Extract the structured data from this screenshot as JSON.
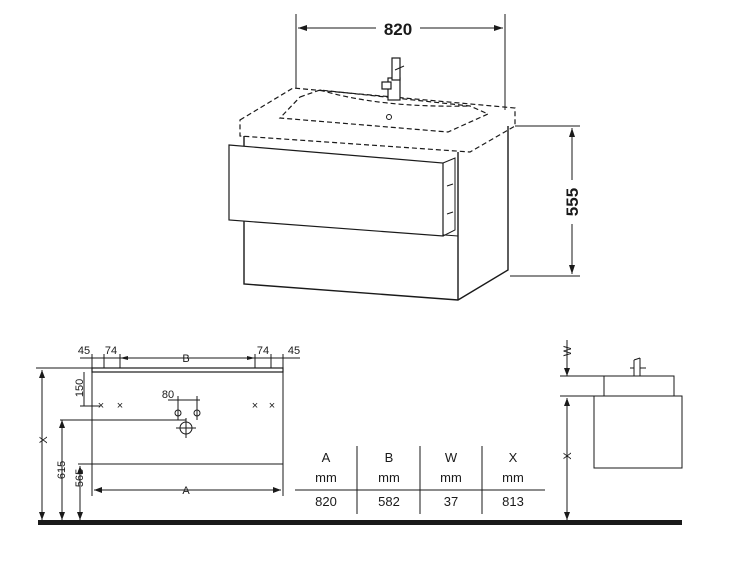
{
  "top_view": {
    "width_label": "820",
    "height_label": "555"
  },
  "front_view": {
    "dim_45_left": "45",
    "dim_74_left": "74",
    "dim_B": "B",
    "dim_74_right": "74",
    "dim_45_right": "45",
    "dim_150": "150",
    "dim_80": "80",
    "dim_X": "X",
    "dim_615": "615",
    "dim_565": "565",
    "dim_A": "A"
  },
  "side_view": {
    "dim_W": "W",
    "dim_X": "X"
  },
  "table": {
    "headers": [
      "A",
      "B",
      "W",
      "X"
    ],
    "units": [
      "mm",
      "mm",
      "mm",
      "mm"
    ],
    "values": [
      "820",
      "582",
      "37",
      "813"
    ]
  }
}
